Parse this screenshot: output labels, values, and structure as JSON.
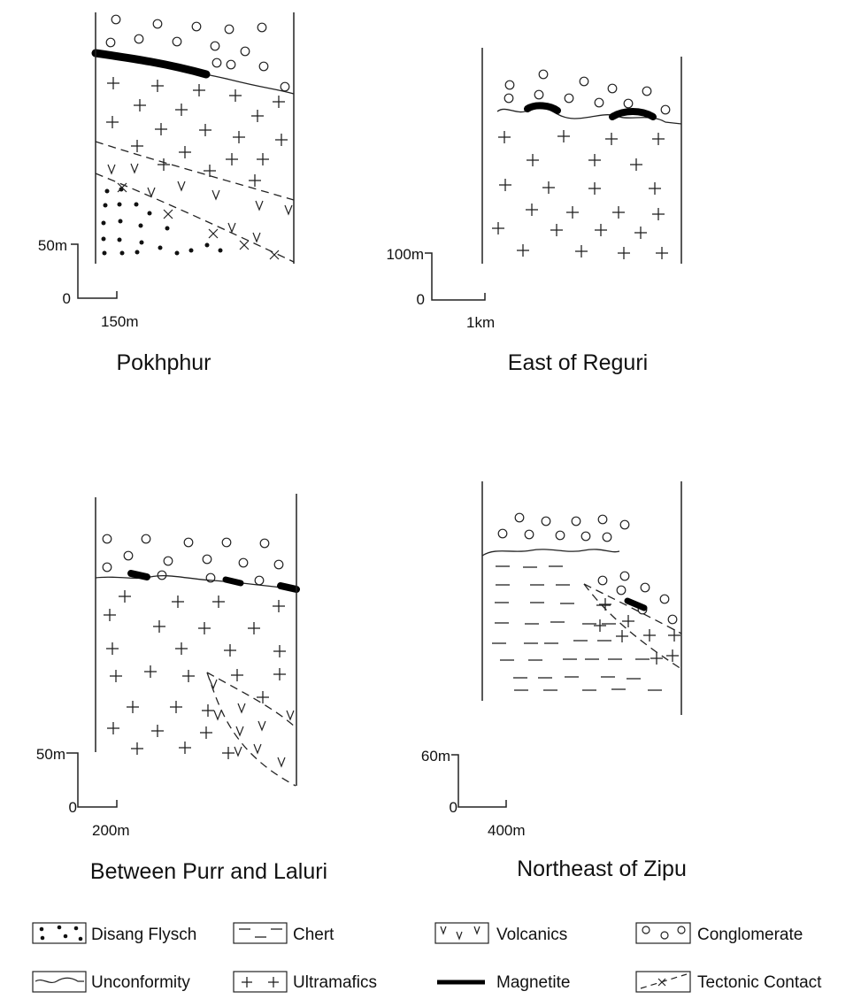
{
  "columns": {
    "pokhphur": {
      "title": "Pokhphur",
      "scale_v": "50m",
      "scale_zero": "0",
      "scale_h": "150m"
    },
    "reguri": {
      "title": "East of Reguri",
      "scale_v": "100m",
      "scale_zero": "0",
      "scale_h": "1km"
    },
    "purr": {
      "title": "Between Purr and Laluri",
      "scale_v": "50m",
      "scale_zero": "0",
      "scale_h": "200m"
    },
    "zipu": {
      "title": "Northeast of Zipu",
      "scale_v": "60m",
      "scale_zero": "0",
      "scale_h": "400m"
    }
  },
  "legend": {
    "disang": "Disang Flysch",
    "chert": "Chert",
    "volcanics": "Volcanics",
    "conglomerate": "Conglomerate",
    "unconformity": "Unconformity",
    "ultramafics": "Ultramafics",
    "magnetite": "Magnetite",
    "tectonic": "Tectonic Contact"
  }
}
